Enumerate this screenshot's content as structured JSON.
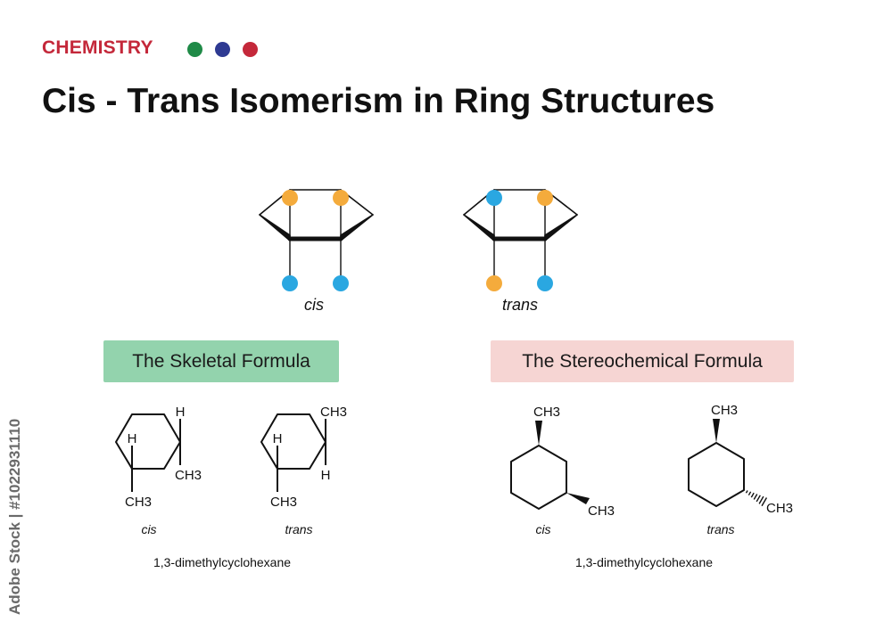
{
  "header": {
    "category": "CHEMISTRY",
    "title": "Cis - Trans Isomerism in Ring Structures"
  },
  "colors": {
    "category_text": "#c4283a",
    "dot_green": "#1f8a47",
    "dot_blue": "#2e3a92",
    "dot_red": "#c4283a",
    "substituent_orange": "#f4ab3c",
    "substituent_blue": "#2aa7e1",
    "skeletal_box": "#93d3ad",
    "stereo_box": "#f6d5d3"
  },
  "watermark": {
    "stamp_text": "Adobe Stock | #1022931110"
  },
  "top_diagrams": [
    {
      "label": "cis",
      "upper_substituents": [
        "orange",
        "orange"
      ],
      "lower_substituents": [
        "blue",
        "blue"
      ]
    },
    {
      "label": "trans",
      "upper_substituents": [
        "blue",
        "orange"
      ],
      "lower_substituents": [
        "orange",
        "blue"
      ]
    }
  ],
  "skeletal": {
    "heading": "The Skeletal Formula",
    "compound": "1,3-dimethylcyclohexane",
    "isomers": [
      {
        "label": "cis",
        "atom_labels": [
          "H",
          "H",
          "CH3",
          "CH3"
        ]
      },
      {
        "label": "trans",
        "atom_labels": [
          "CH3",
          "H",
          "H",
          "CH3"
        ]
      }
    ]
  },
  "stereochemical": {
    "heading": "The Stereochemical Formula",
    "compound": "1,3-dimethylcyclohexane",
    "isomers": [
      {
        "label": "cis",
        "atom_labels": [
          "CH3",
          "CH3"
        ],
        "bond_types": [
          "wedge",
          "wedge"
        ]
      },
      {
        "label": "trans",
        "atom_labels": [
          "CH3",
          "CH3"
        ],
        "bond_types": [
          "wedge",
          "hash"
        ]
      }
    ]
  }
}
